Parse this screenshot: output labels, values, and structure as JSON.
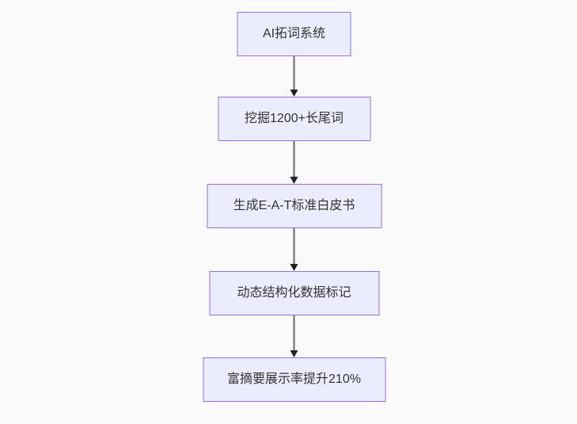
{
  "diagram": {
    "type": "flowchart",
    "direction": "top-down",
    "nodes": [
      {
        "id": "step-1",
        "label": "AI拓词系统"
      },
      {
        "id": "step-2",
        "label": "挖掘1200+长尾词"
      },
      {
        "id": "step-3",
        "label": "生成E-A-T标准白皮书"
      },
      {
        "id": "step-4",
        "label": "动态结构化数据标记"
      },
      {
        "id": "step-5",
        "label": "富摘要展示率提升210%"
      }
    ],
    "edges": [
      {
        "from": "step-1",
        "to": "step-2",
        "style": "arrow"
      },
      {
        "from": "step-2",
        "to": "step-3",
        "style": "arrow"
      },
      {
        "from": "step-3",
        "to": "step-4",
        "style": "arrow"
      },
      {
        "from": "step-4",
        "to": "step-5",
        "style": "arrow"
      }
    ],
    "colors": {
      "node_fill": "#ECECFF",
      "node_border": "#9370DB",
      "node_text": "#333333",
      "edge_line": "#666666",
      "edge_arrowhead": "#222222",
      "background": "#f9f9f9"
    }
  }
}
